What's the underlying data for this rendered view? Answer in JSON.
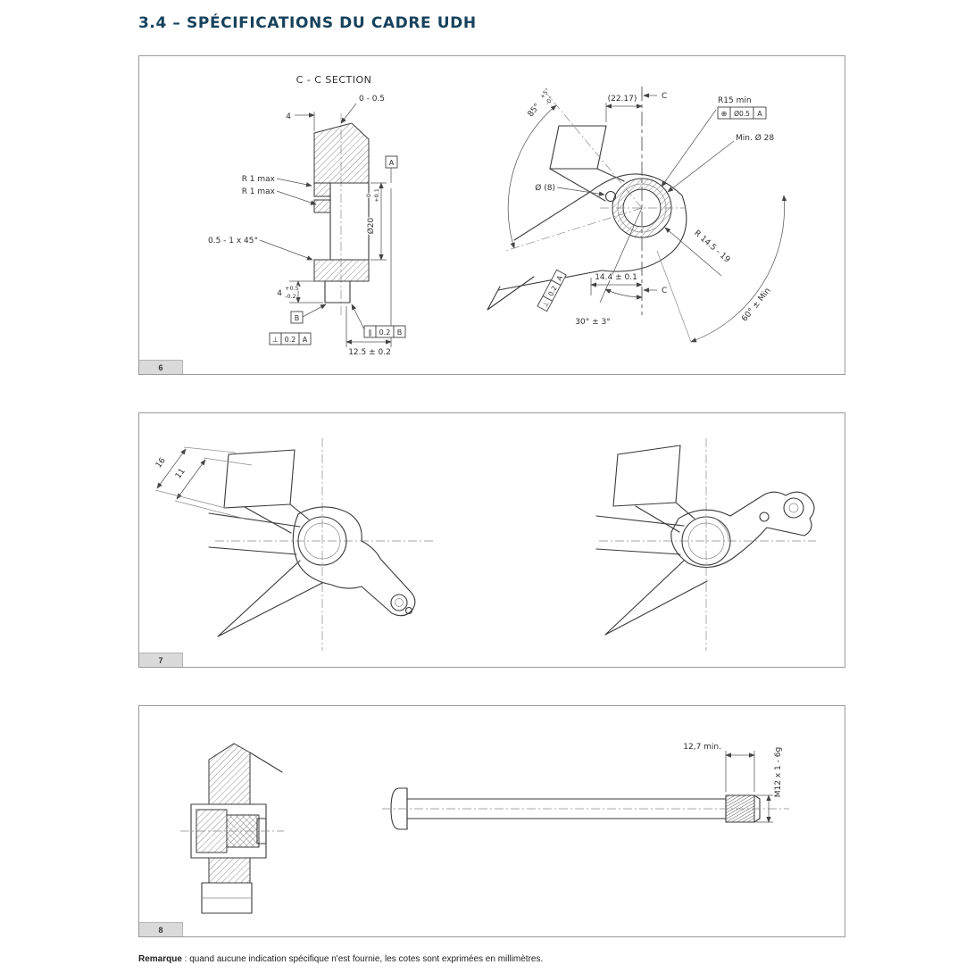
{
  "page": {
    "title": "3.4 – SPÉCIFICATIONS DU CADRE UDH",
    "footnote": {
      "label": "Remarque",
      "text": " : quand aucune indication spécifique n'est fournie, les cotes sont exprimées en millimètres."
    }
  },
  "colors": {
    "accent": "#17425c",
    "line": "#3a3a3a",
    "panel_border": "#9b9b9b",
    "tab_bg": "#dadada"
  },
  "figure6": {
    "tab": "6",
    "section": {
      "title": "C - C SECTION",
      "dims": {
        "gap": "0 - 0.5",
        "wall": "4",
        "r1max_a": "R 1 max",
        "r1max_b": "R 1 max",
        "chamfer": "0.5 - 1 x 45°",
        "flange": "4",
        "flange_tol_up": "+0.5",
        "flange_tol_dn": "-0.2",
        "bore": "Ø20",
        "bore_tol_up": "+0.1",
        "bore_tol_dn": "0",
        "depth": "12.5 ± 0.2",
        "datum_a": "A",
        "datum_b": "B",
        "fcf_perp": {
          "sym": "⊥",
          "tol": "0.2",
          "ref": "A"
        },
        "fcf_par": {
          "sym": "∥",
          "tol": "0.2",
          "ref": "B"
        }
      }
    },
    "side_view": {
      "angle_85": "85°",
      "angle_85_up": "+5°",
      "angle_85_dn": "-0°",
      "width_ref": "(22.17)",
      "section_c_top": "C",
      "section_c_bottom": "C",
      "r15": "R15 min",
      "fcf_pos": {
        "sym": "⊕",
        "tol": "Ø0.5",
        "ref": "A"
      },
      "min_d28": "Min. Ø 28",
      "d8": "Ø (8)",
      "r_range": "R 14.5 - 19",
      "offset": "14.4 ± 0.1",
      "angle_30": "30° ± 3°",
      "angle_60": "60° ± Min",
      "fcf_perp": {
        "sym": "⊥",
        "tol": "0.2",
        "ref": "A"
      }
    }
  },
  "figure7": {
    "tab": "7",
    "dims": {
      "d16": "16",
      "d11": "11"
    }
  },
  "figure8": {
    "tab": "8",
    "dims": {
      "min_len": "12,7 min.",
      "thread": "M12 x 1 - 6g"
    }
  }
}
